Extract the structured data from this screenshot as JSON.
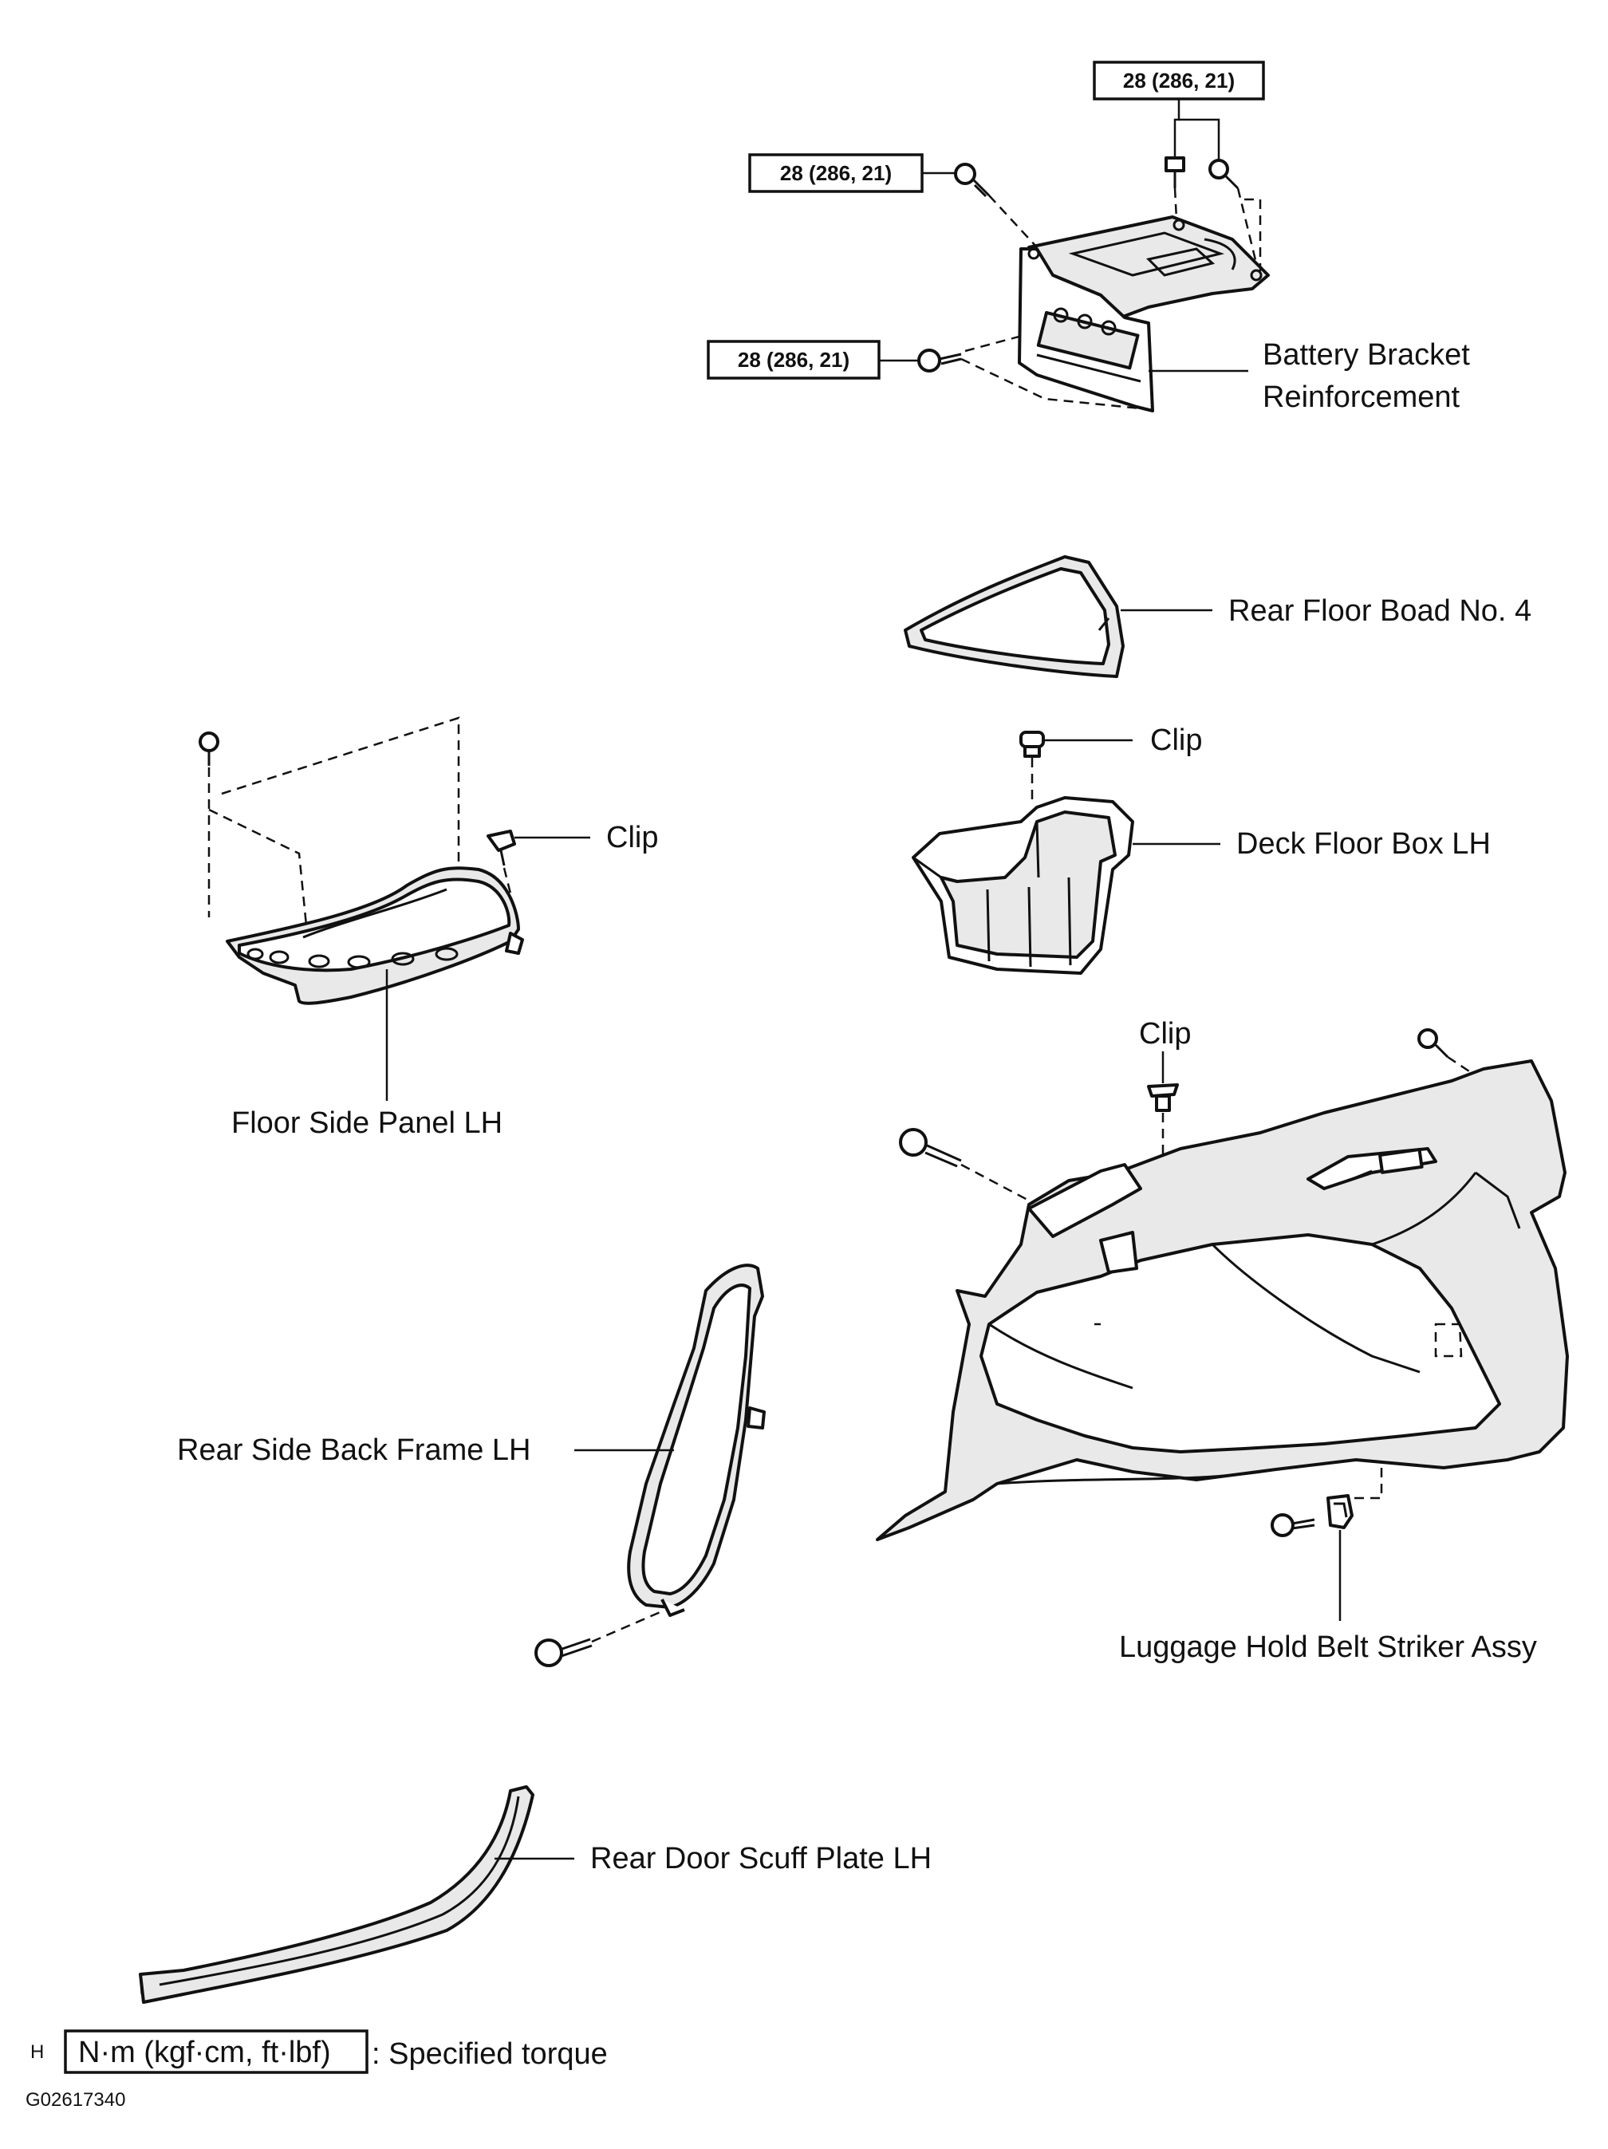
{
  "labels": {
    "battery_bracket_line1": "Battery Bracket",
    "battery_bracket_line2": "Reinforcement",
    "rear_floor_board": "Rear Floor Boad No. 4",
    "clip_deck": "Clip",
    "deck_floor_box": "Deck Floor Box LH",
    "clip_floor_side": "Clip",
    "floor_side_panel": "Floor Side Panel LH",
    "clip_quarter": "Clip",
    "rear_side_back_frame": "Rear Side Back Frame LH",
    "luggage_hold_belt": "Luggage Hold Belt Striker Assy",
    "rear_door_scuff": "Rear Door Scuff Plate LH"
  },
  "torque": {
    "top_right": "28 (286, 21)",
    "top_left": "28 (286, 21)",
    "lower_left": "28 (286, 21)"
  },
  "legend": {
    "marker": "H",
    "unit": "N·m (kgf·cm, ft·lbf)",
    "description": ": Specified torque"
  },
  "figure_id": "G02617340"
}
